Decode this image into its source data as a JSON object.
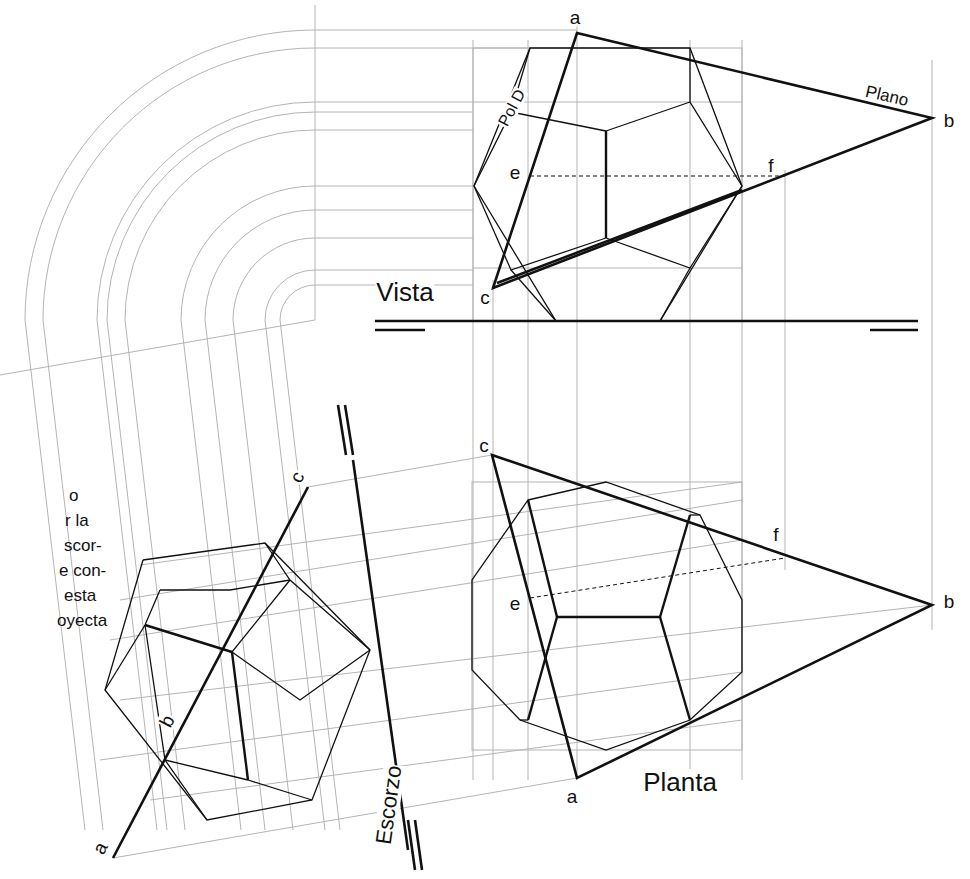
{
  "diagram": {
    "labels": [
      "a",
      "Pol D",
      "Plano",
      "b",
      "e",
      "f",
      "c",
      "Vista",
      "o",
      "r la",
      "scor-",
      "e con-",
      "esta",
      "oyecta",
      "c",
      "f",
      "e",
      "b",
      "a",
      "Planta",
      "c",
      "b",
      "Escorzo",
      "a"
    ]
  }
}
